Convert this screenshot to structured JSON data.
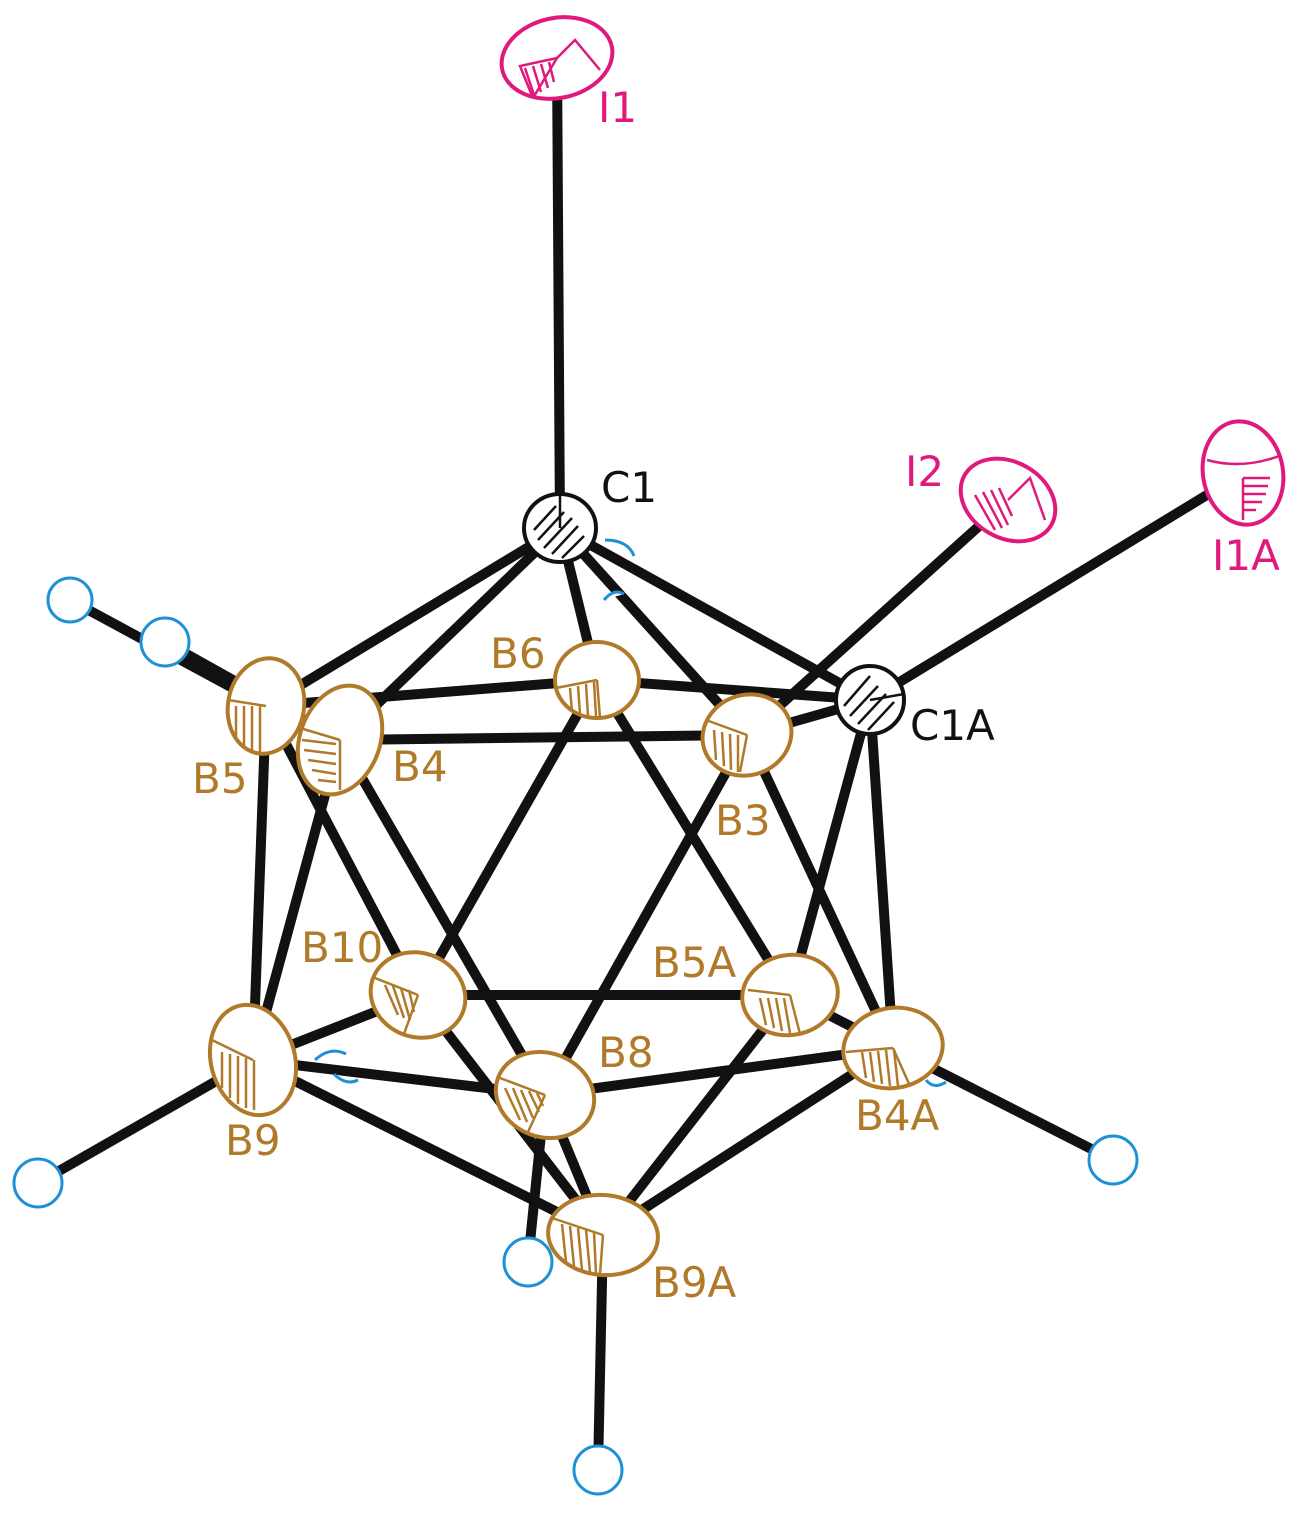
{
  "figure": {
    "colors": {
      "bond": "#111111",
      "iodine": "#e0197d",
      "carbon": "#111111",
      "boron": "#b07a2a",
      "hydrogen": "#1e90d6",
      "background": "#ffffff"
    },
    "labels": {
      "I1": "I1",
      "I2": "I2",
      "I1A": "I1A",
      "C1": "C1",
      "C1A": "C1A",
      "B3": "B3",
      "B4": "B4",
      "B5": "B5",
      "B6": "B6",
      "B8": "B8",
      "B9": "B9",
      "B10": "B10",
      "B4A": "B4A",
      "B5A": "B5A",
      "B9A": "B9A"
    }
  }
}
